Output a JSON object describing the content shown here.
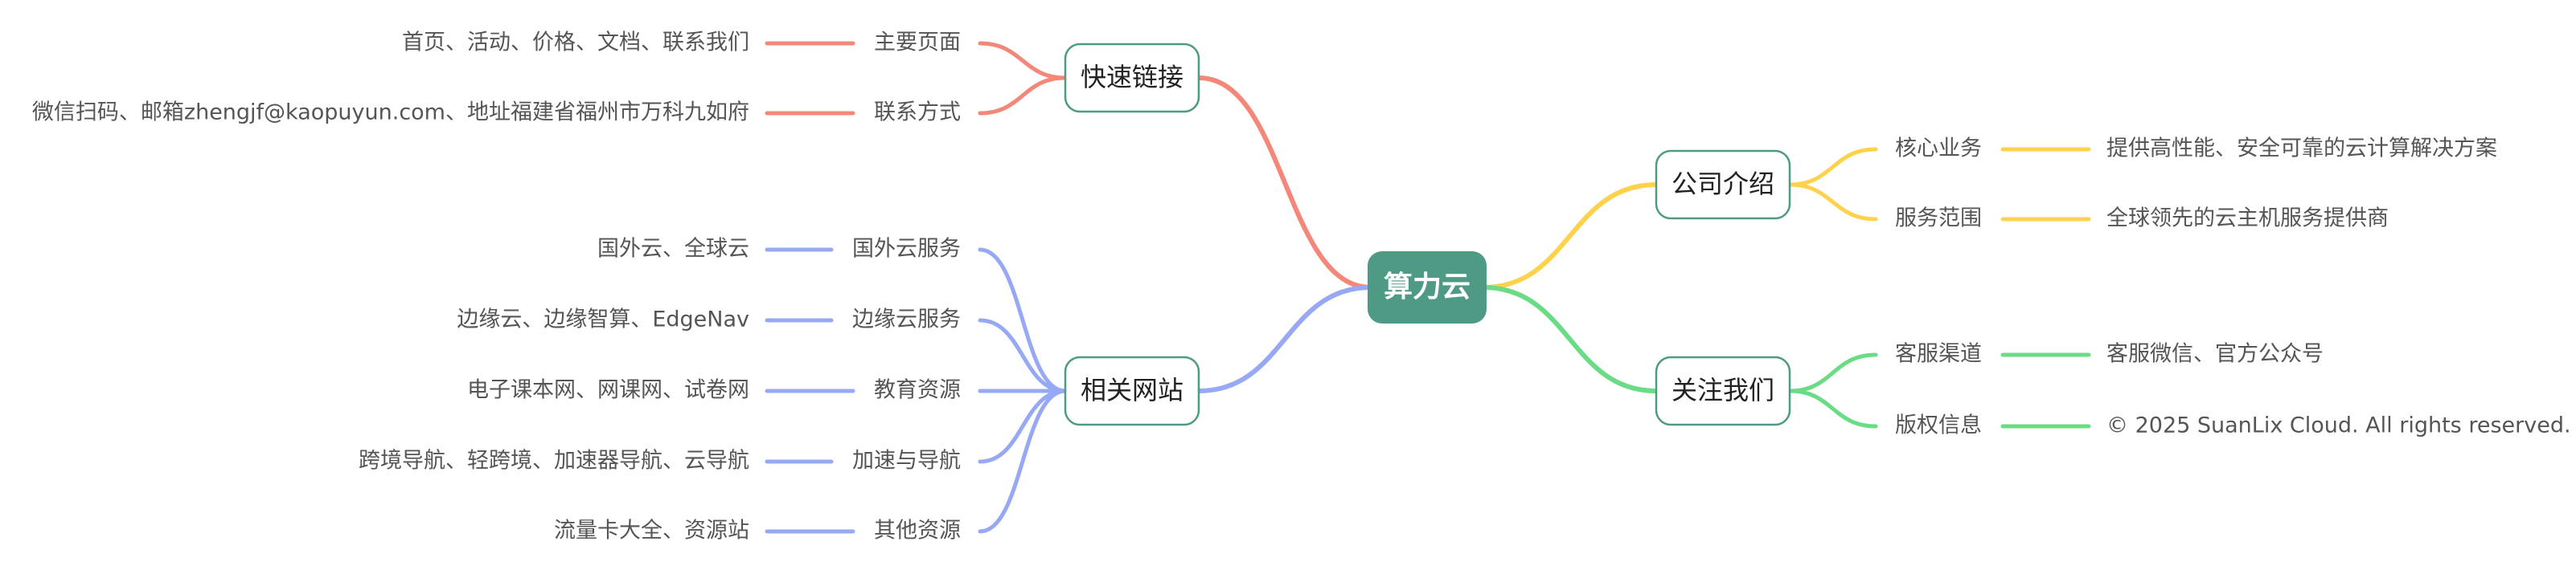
{
  "root": {
    "label": "算力云",
    "color": "#4f9a85"
  },
  "branches": [
    {
      "id": "quick-links",
      "label": "快速链接",
      "side": "left",
      "color": "#f4877a",
      "children": [
        {
          "id": "main-pages",
          "label": "主要页面",
          "leaf": "首页、活动、价格、文档、联系我们"
        },
        {
          "id": "contact",
          "label": "联系方式",
          "leaf": "微信扫码、邮箱zhengjf@kaopuyun.com、地址福建省福州市万科九如府"
        }
      ]
    },
    {
      "id": "related-sites",
      "label": "相关网站",
      "side": "left",
      "color": "#97a8f5",
      "children": [
        {
          "id": "overseas-cloud",
          "label": "国外云服务",
          "leaf": "国外云、全球云"
        },
        {
          "id": "edge-cloud",
          "label": "边缘云服务",
          "leaf": "边缘云、边缘智算、EdgeNav"
        },
        {
          "id": "education",
          "label": "教育资源",
          "leaf": "电子课本网、网课网、试卷网"
        },
        {
          "id": "acceleration",
          "label": "加速与导航",
          "leaf": "跨境导航、轻跨境、加速器导航、云导航"
        },
        {
          "id": "other-resources",
          "label": "其他资源",
          "leaf": "流量卡大全、资源站"
        }
      ]
    },
    {
      "id": "company-intro",
      "label": "公司介绍",
      "side": "right",
      "color": "#ffd24d",
      "children": [
        {
          "id": "core-business",
          "label": "核心业务",
          "leaf": "提供高性能、安全可靠的云计算解决方案"
        },
        {
          "id": "service-scope",
          "label": "服务范围",
          "leaf": "全球领先的云主机服务提供商"
        }
      ]
    },
    {
      "id": "follow-us",
      "label": "关注我们",
      "side": "right",
      "color": "#6bdc86",
      "children": [
        {
          "id": "service-channel",
          "label": "客服渠道",
          "leaf": "客服微信、官方公众号"
        },
        {
          "id": "copyright",
          "label": "版权信息",
          "leaf": "© 2025 SuanLix Cloud. All rights reserved."
        }
      ]
    }
  ]
}
